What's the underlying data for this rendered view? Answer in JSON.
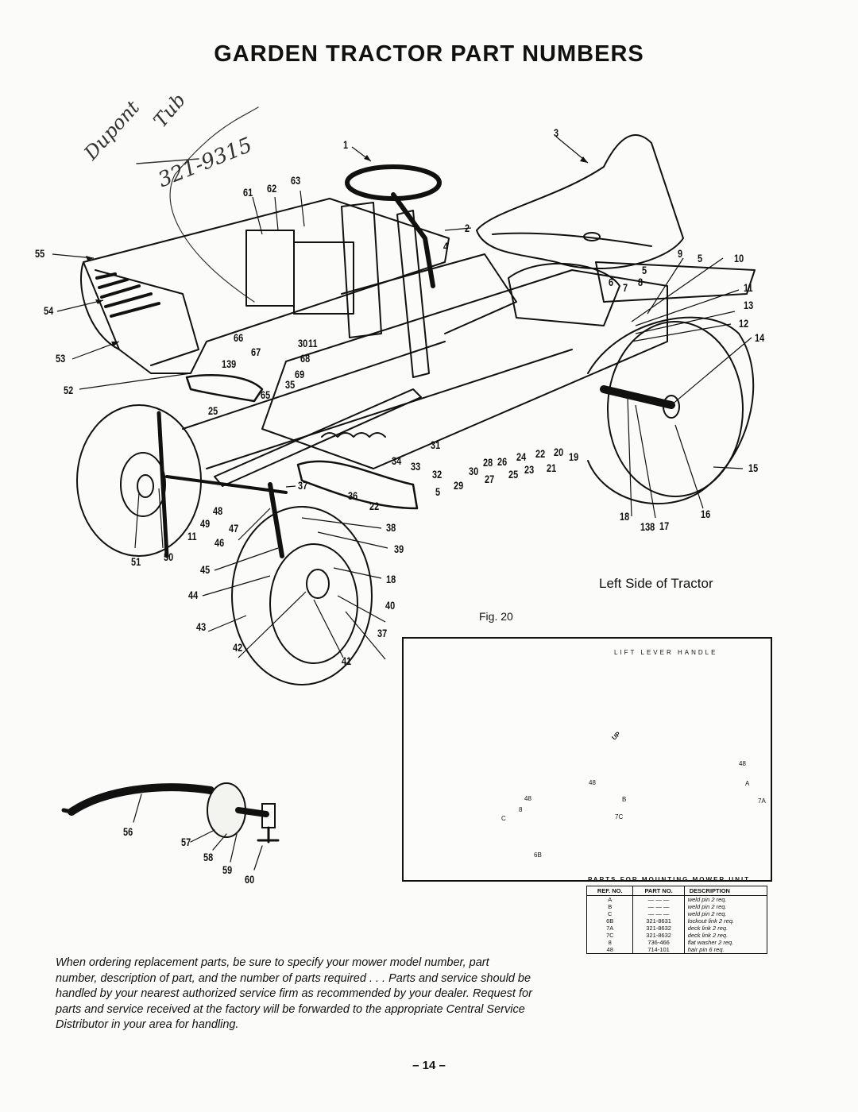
{
  "page": {
    "title": "GARDEN TRACTOR PART NUMBERS",
    "view_caption": "Left Side of Tractor",
    "figure_label": "Fig. 20",
    "page_number": "– 14 –",
    "handwritten_note": [
      "Dupont",
      "Tub",
      "321-9315"
    ],
    "ordering_note": "When ordering replacement parts, be sure to specify your mower model number, part number, description of part, and the number of parts required . . . Parts and service should be handled by your nearest authorized service firm as recommended by your dealer. Request for parts and service received at the factory will be forwarded to the appropriate Central Service Distributor in your area for handling."
  },
  "callouts": [
    {
      "id": "c1",
      "label": "1"
    },
    {
      "id": "c2",
      "label": "2"
    },
    {
      "id": "c3",
      "label": "3"
    },
    {
      "id": "c4",
      "label": "4"
    },
    {
      "id": "c5a",
      "label": "5"
    },
    {
      "id": "c5b",
      "label": "5"
    },
    {
      "id": "c5c",
      "label": "5"
    },
    {
      "id": "c6",
      "label": "6"
    },
    {
      "id": "c7",
      "label": "7"
    },
    {
      "id": "c8",
      "label": "8"
    },
    {
      "id": "c9",
      "label": "9"
    },
    {
      "id": "c10",
      "label": "10"
    },
    {
      "id": "c11a",
      "label": "11"
    },
    {
      "id": "c11b",
      "label": "11"
    },
    {
      "id": "c11c",
      "label": "11"
    },
    {
      "id": "c12",
      "label": "12"
    },
    {
      "id": "c13",
      "label": "13"
    },
    {
      "id": "c14",
      "label": "14"
    },
    {
      "id": "c15",
      "label": "15"
    },
    {
      "id": "c16",
      "label": "16"
    },
    {
      "id": "c17",
      "label": "17"
    },
    {
      "id": "c18a",
      "label": "18"
    },
    {
      "id": "c18b",
      "label": "18"
    },
    {
      "id": "c19",
      "label": "19"
    },
    {
      "id": "c20",
      "label": "20"
    },
    {
      "id": "c21",
      "label": "21"
    },
    {
      "id": "c22a",
      "label": "22"
    },
    {
      "id": "c22b",
      "label": "22"
    },
    {
      "id": "c23",
      "label": "23"
    },
    {
      "id": "c24",
      "label": "24"
    },
    {
      "id": "c25a",
      "label": "25"
    },
    {
      "id": "c25b",
      "label": "25"
    },
    {
      "id": "c26",
      "label": "26"
    },
    {
      "id": "c27",
      "label": "27"
    },
    {
      "id": "c28",
      "label": "28"
    },
    {
      "id": "c29",
      "label": "29"
    },
    {
      "id": "c30a",
      "label": "30"
    },
    {
      "id": "c30b",
      "label": "30"
    },
    {
      "id": "c31",
      "label": "31"
    },
    {
      "id": "c32",
      "label": "32"
    },
    {
      "id": "c33",
      "label": "33"
    },
    {
      "id": "c34",
      "label": "34"
    },
    {
      "id": "c35",
      "label": "35"
    },
    {
      "id": "c36",
      "label": "36"
    },
    {
      "id": "c37a",
      "label": "37"
    },
    {
      "id": "c37b",
      "label": "37"
    },
    {
      "id": "c38",
      "label": "38"
    },
    {
      "id": "c39",
      "label": "39"
    },
    {
      "id": "c40",
      "label": "40"
    },
    {
      "id": "c41",
      "label": "41"
    },
    {
      "id": "c42",
      "label": "42"
    },
    {
      "id": "c43",
      "label": "43"
    },
    {
      "id": "c44",
      "label": "44"
    },
    {
      "id": "c45",
      "label": "45"
    },
    {
      "id": "c46",
      "label": "46"
    },
    {
      "id": "c47",
      "label": "47"
    },
    {
      "id": "c48",
      "label": "48"
    },
    {
      "id": "c49",
      "label": "49"
    },
    {
      "id": "c50",
      "label": "50"
    },
    {
      "id": "c51",
      "label": "51"
    },
    {
      "id": "c52",
      "label": "52"
    },
    {
      "id": "c53",
      "label": "53"
    },
    {
      "id": "c54",
      "label": "54"
    },
    {
      "id": "c55",
      "label": "55"
    },
    {
      "id": "c56",
      "label": "56"
    },
    {
      "id": "c57",
      "label": "57"
    },
    {
      "id": "c58",
      "label": "58"
    },
    {
      "id": "c59",
      "label": "59"
    },
    {
      "id": "c60",
      "label": "60"
    },
    {
      "id": "c61",
      "label": "61"
    },
    {
      "id": "c62",
      "label": "62"
    },
    {
      "id": "c63",
      "label": "63"
    },
    {
      "id": "c65",
      "label": "65"
    },
    {
      "id": "c66",
      "label": "66"
    },
    {
      "id": "c67",
      "label": "67"
    },
    {
      "id": "c68",
      "label": "68"
    },
    {
      "id": "c69",
      "label": "69"
    },
    {
      "id": "c138",
      "label": "138"
    },
    {
      "id": "c139",
      "label": "139"
    }
  ],
  "inset": {
    "top_label": "LIFT LEVER HANDLE",
    "up_label": "UP",
    "labels": {
      "a": "A",
      "b": "B",
      "c": "C",
      "b48": "48",
      "a48": "48",
      "n8": "8",
      "n48": "48",
      "c7c": "7C",
      "c7a": "7A",
      "c6b": "6B"
    }
  },
  "parts_table": {
    "title": "PARTS FOR MOUNTING MOWER UNIT",
    "headers": [
      "REF. NO.",
      "PART NO.",
      "DESCRIPTION"
    ],
    "rows": [
      [
        "A",
        "— — —",
        "weld pin 2 req."
      ],
      [
        "B",
        "— — —",
        "weld pin 2 req."
      ],
      [
        "C",
        "— — —",
        "weld pin 2 req."
      ],
      [
        "6B",
        "321-8631",
        "lockout link 2 req."
      ],
      [
        "7A",
        "321-8632",
        "deck link 2 req."
      ],
      [
        "7C",
        "321-8632",
        "deck link 2 req."
      ],
      [
        "8",
        "736-466",
        "flat washer 2 req."
      ],
      [
        "48",
        "714-101",
        "hair pin 6 req."
      ]
    ]
  }
}
